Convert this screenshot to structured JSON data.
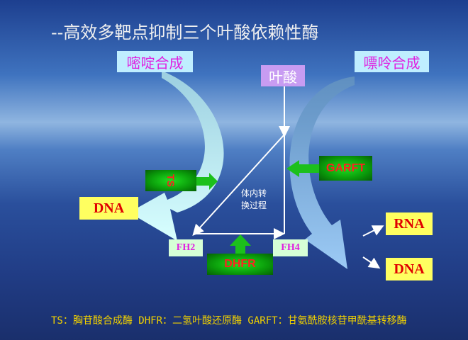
{
  "title": "--高效多靶点抑制三个叶酸依赖性酶",
  "pyrimidine": "嘧啶合成",
  "purine": "嘌呤合成",
  "folate": "叶酸",
  "dna_left": "DNA",
  "rna": "RNA",
  "dna_right": "DNA",
  "fh2": "FH2",
  "fh4": "FH4",
  "enzymes": {
    "ts": "TS",
    "garft": "GARFT",
    "dhfr": "DHFR"
  },
  "inner_label_1": "体内转",
  "inner_label_2": "换过程",
  "footnote": "TS：胸苷酸合成酶  DHFR：二氢叶酸还原酶 GARFT：甘氨酰胺核苷甲酰基转移酶",
  "colors": {
    "synthesis_text": "#e020e0",
    "enzyme_text": "#ff2020",
    "footnote": "#f0d000"
  }
}
